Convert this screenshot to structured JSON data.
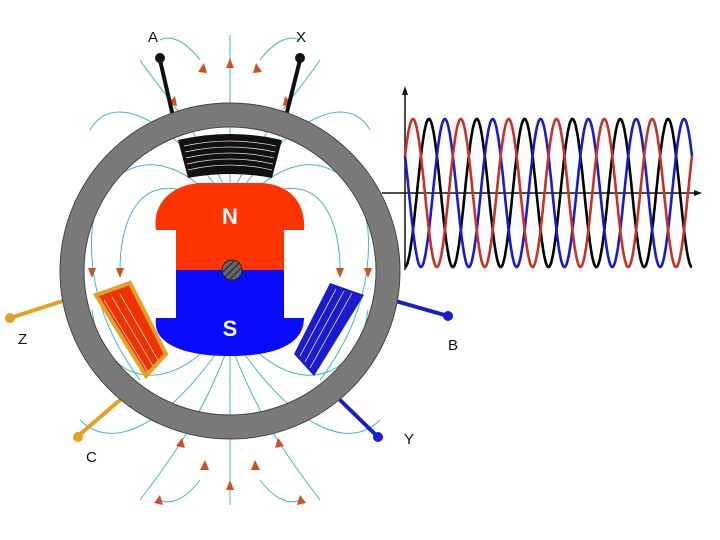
{
  "terminals": {
    "a": "A",
    "x": "X",
    "b": "B",
    "y": "Y",
    "c": "C",
    "z": "Z"
  },
  "rotor": {
    "north_label": "N",
    "south_label": "S"
  },
  "colors": {
    "phase_a": "#111111",
    "phase_b": "#1a1ad0",
    "phase_c": "#e8a020",
    "wave_a": "#000000",
    "wave_b": "#1a1ad0",
    "wave_c": "#c83228",
    "north_pole": "#ff3300",
    "south_pole": "#0a0aff",
    "coil_c_fill": "#ee3300",
    "stator": "#7a7a7a",
    "field_lines": "#40b8cc",
    "field_arrows": "#d05020"
  },
  "chart_data": {
    "type": "line",
    "title": "",
    "xlabel": "",
    "ylabel": "",
    "grid": false,
    "ylim": [
      -1,
      1
    ],
    "series": [
      {
        "color": "#000000",
        "phase_deg": 0,
        "cycles": 6
      },
      {
        "color": "#1a1ad0",
        "phase_deg": 120,
        "cycles": 6
      },
      {
        "color": "#c83228",
        "phase_deg": 240,
        "cycles": 6
      }
    ]
  }
}
